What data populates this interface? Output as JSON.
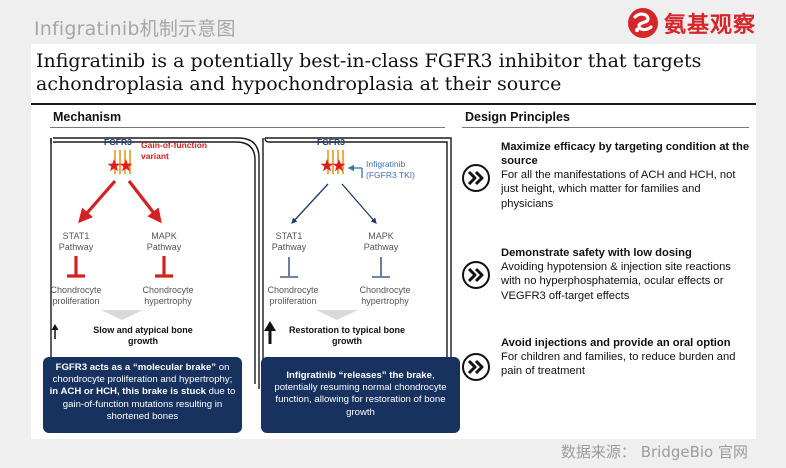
{
  "page": {
    "title": "Infigratinib机制示意图",
    "brand": "氨基观察",
    "source": "数据来源：  BridgeBio 官网"
  },
  "slide": {
    "headline": "Infigratinib is a potentially best-in-class FGFR3 inhibitor that targets achondroplasia and hypochondroplasia at their source",
    "mechanism_title": "Mechanism",
    "principles_title": "Design Principles"
  },
  "mechanism": {
    "left": {
      "receptor": "FGFR3",
      "variant_line1": "Gain-of-function",
      "variant_line2": "variant",
      "stat1_line1": "STAT1",
      "stat1_line2": "Pathway",
      "mapk_line1": "MAPK",
      "mapk_line2": "Pathway",
      "outcome_a_line1": "Chondrocyte",
      "outcome_a_line2": "proliferation",
      "outcome_b_line1": "Chondrocyte",
      "outcome_b_line2": "hypertrophy",
      "growth_line1": "Slow and atypical bone",
      "growth_line2": "growth",
      "box_p1": "FGFR3 acts as a “molecular brake”",
      "box_p2": " on chondrocyte proliferation and hypertrophy; ",
      "box_p3": "in ACH or HCH, this brake is stuck",
      "box_p4": " due to gain-of-function mutations resulting in shortened bones"
    },
    "right": {
      "receptor": "FGFR3",
      "drug_line1": "Infigratinib",
      "drug_line2": "(FGFR3 TKI)",
      "stat1_line1": "STAT1",
      "stat1_line2": "Pathway",
      "mapk_line1": "MAPK",
      "mapk_line2": "Pathway",
      "outcome_a_line1": "Chondrocyte",
      "outcome_a_line2": "proliferation",
      "outcome_b_line1": "Chondrocyte",
      "outcome_b_line2": "hypertrophy",
      "growth_line1": "Restoration to typical bone",
      "growth_line2": "growth",
      "box_p1": "Infigratinib “releases” the brake",
      "box_p2": ", potentially resuming normal chondrocyte function, allowing for restoration of bone growth"
    }
  },
  "principles": [
    {
      "icon": "double-chevron-right-icon",
      "title": "Maximize efficacy by targeting condition at the source",
      "desc": "For all the manifestations of ACH and HCH, not just height, which matter for families and physicians"
    },
    {
      "icon": "double-chevron-right-icon",
      "title": "Demonstrate safety with low dosing",
      "desc": "Avoiding hypotension & injection site reactions with no hyperphosphatemia, ocular effects or VEGFR3 off-target effects"
    },
    {
      "icon": "double-chevron-right-icon",
      "title": "Avoid injections and provide an oral option",
      "desc": "For children and families, to reduce burden and pain of treatment"
    }
  ],
  "colors": {
    "red": "#d42020",
    "navy": "#1e3a6e",
    "drug_blue": "#3d6fb5",
    "box_navy": "#17325f",
    "brand_red": "#d5262a",
    "star_red": "#e01b1b",
    "orange": "#f0a030"
  }
}
